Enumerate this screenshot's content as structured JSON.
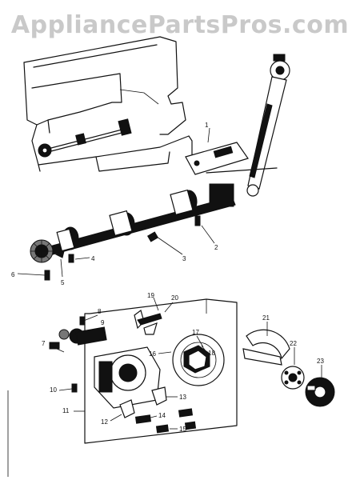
{
  "watermark": "AppliancePartsPros.com",
  "callouts": [
    "1",
    "2",
    "3",
    "4",
    "5",
    "6",
    "7",
    "8",
    "9",
    "10",
    "11",
    "12",
    "13",
    "14",
    "15",
    "16",
    "17",
    "18",
    "19",
    "20",
    "21",
    "22",
    "23"
  ]
}
